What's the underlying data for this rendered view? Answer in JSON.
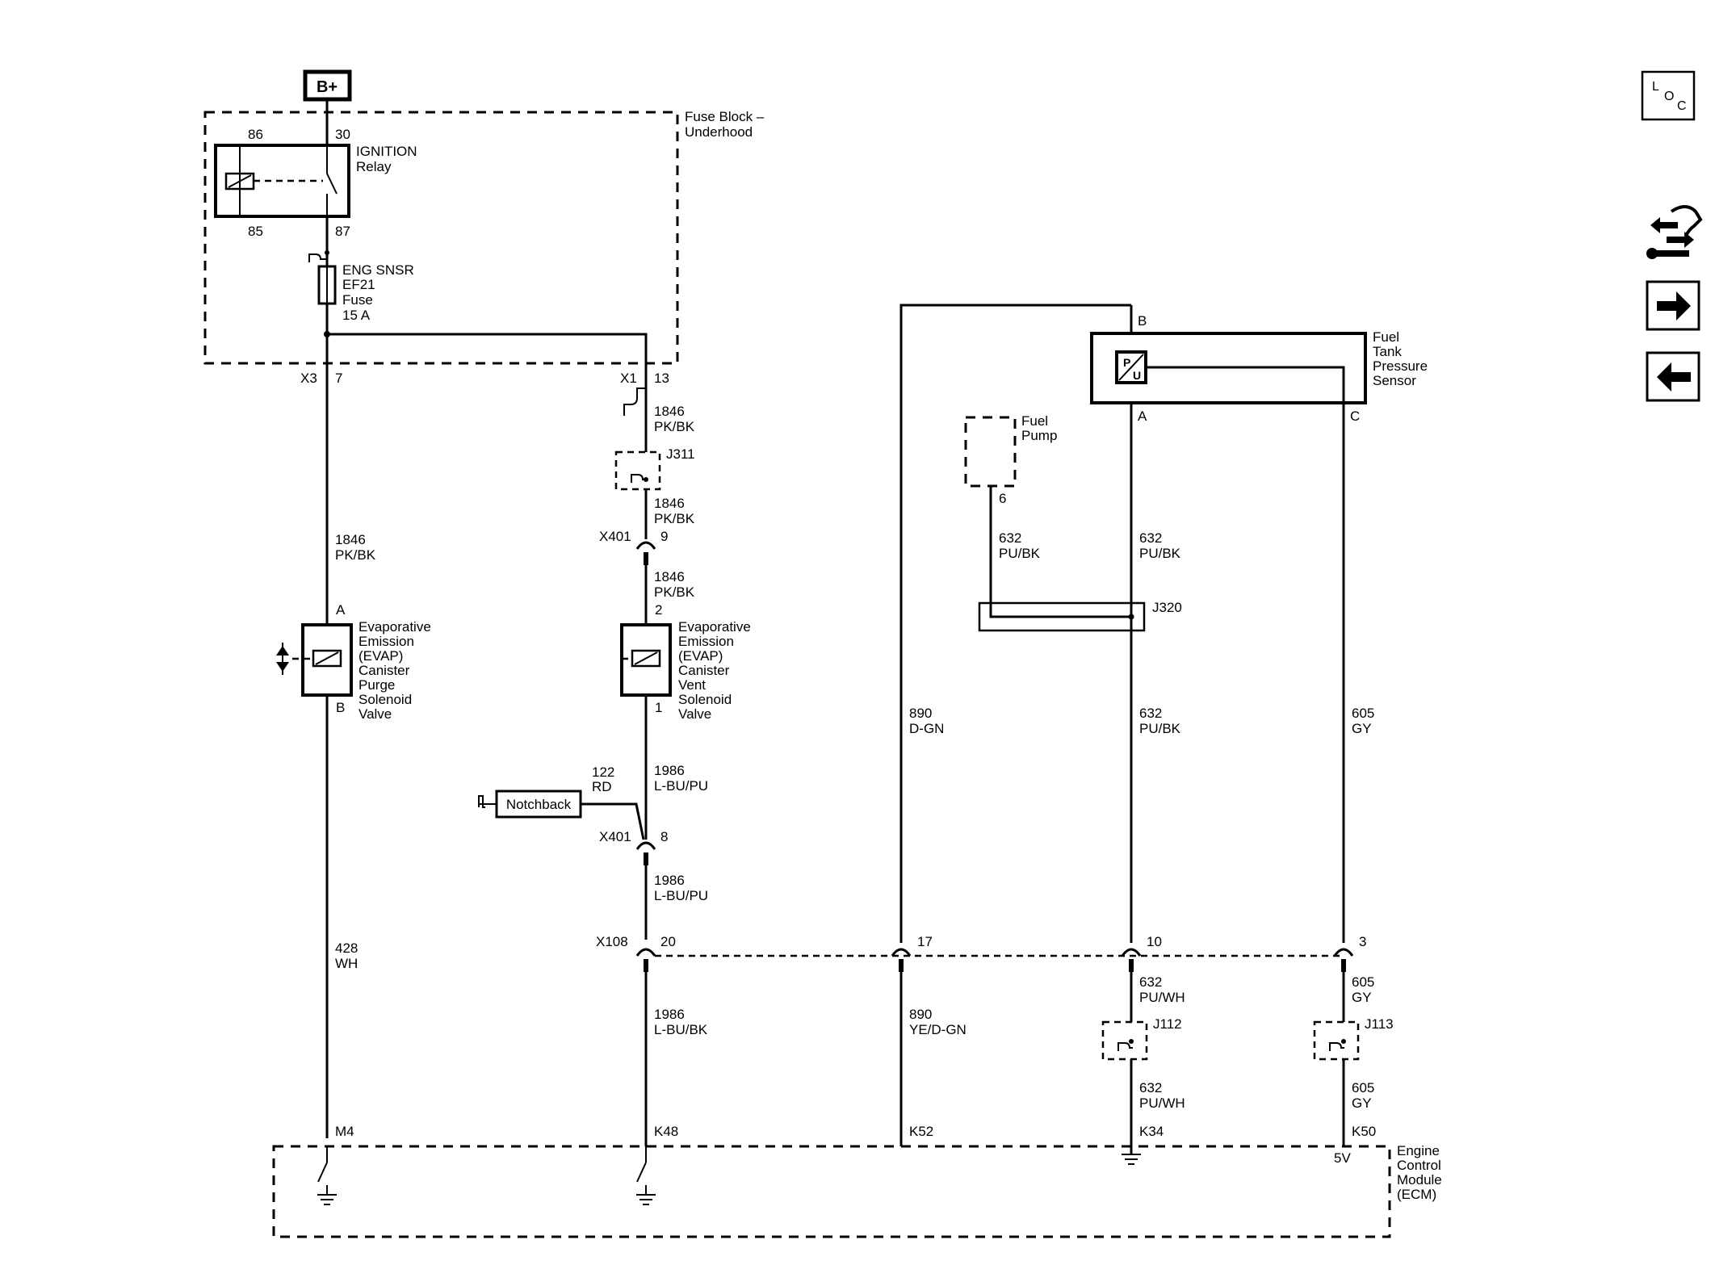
{
  "power": {
    "label": "B+"
  },
  "fuse_block": {
    "label_line1": "Fuse Block –",
    "label_line2": "Underhood",
    "relay": {
      "line1": "IGNITION",
      "line2": "Relay",
      "pin86": "86",
      "pin30": "30",
      "pin85": "85",
      "pin87": "87"
    },
    "fuse": {
      "line1": "ENG SNSR",
      "line2": "EF21",
      "line3": "Fuse",
      "line4": "15 A"
    },
    "conn_x3": "X3",
    "pin_x3": "7",
    "conn_x1": "X1",
    "pin_x1": "13"
  },
  "wires": {
    "w1846_a": {
      "num": "1846",
      "color": "PK/BK"
    },
    "w1846_b": {
      "num": "1846",
      "color": "PK/BK"
    },
    "w1846_c": {
      "num": "1846",
      "color": "PK/BK"
    },
    "w1846_d": {
      "num": "1846",
      "color": "PK/BK"
    },
    "w1986_a": {
      "num": "1986",
      "color": "L-BU/PU"
    },
    "w1986_b": {
      "num": "1986",
      "color": "L-BU/PU"
    },
    "w1986_c": {
      "num": "1986",
      "color": "L-BU/BK"
    },
    "w122": {
      "num": "122",
      "color": "RD"
    },
    "w428": {
      "num": "428",
      "color": "WH"
    },
    "w890_a": {
      "num": "890",
      "color": "D-GN"
    },
    "w890_b": {
      "num": "890",
      "color": "YE/D-GN"
    },
    "w632_a": {
      "num": "632",
      "color": "PU/BK"
    },
    "w632_b": {
      "num": "632",
      "color": "PU/BK"
    },
    "w632_c": {
      "num": "632",
      "color": "PU/BK"
    },
    "w632_d": {
      "num": "632",
      "color": "PU/WH"
    },
    "w632_e": {
      "num": "632",
      "color": "PU/WH"
    },
    "w605_a": {
      "num": "605",
      "color": "GY"
    },
    "w605_b": {
      "num": "605",
      "color": "GY"
    },
    "w605_c": {
      "num": "605",
      "color": "GY"
    }
  },
  "splices": {
    "j311": "J311",
    "j320": "J320",
    "j112": "J112",
    "j113": "J113"
  },
  "connectors": {
    "x401_top": {
      "name": "X401",
      "pin": "9"
    },
    "x401_bot": {
      "name": "X401",
      "pin": "8"
    },
    "x108": {
      "name": "X108",
      "pin20": "20",
      "pin17": "17",
      "pin10": "10",
      "pin3": "3"
    }
  },
  "purge_valve": {
    "pinA": "A",
    "pinB": "B",
    "lines": [
      "Evaporative",
      "Emission",
      "(EVAP)",
      "Canister",
      "Purge",
      "Solenoid",
      "Valve"
    ]
  },
  "vent_valve": {
    "pin2": "2",
    "pin1": "1",
    "lines": [
      "Evaporative",
      "Emission",
      "(EVAP)",
      "Canister",
      "Vent",
      "Solenoid",
      "Valve"
    ]
  },
  "notchback": {
    "label": "Notchback"
  },
  "fuel_pump": {
    "line1": "Fuel",
    "line2": "Pump",
    "pin": "6"
  },
  "sensor": {
    "lines": [
      "Fuel",
      "Tank",
      "Pressure",
      "Sensor"
    ],
    "pinB": "B",
    "pinA": "A",
    "pinC": "C",
    "glyph_p": "P",
    "glyph_u": "U"
  },
  "ecm": {
    "lines": [
      "Engine",
      "Control",
      "Module",
      "(ECM)"
    ],
    "pins": {
      "m4": "M4",
      "k48": "K48",
      "k52": "K52",
      "k34": "K34",
      "k50": "K50"
    },
    "v5": "5V"
  },
  "nav": {
    "loc_l": "L",
    "loc_o": "O",
    "loc_c": "C",
    "icons": [
      "tools-icon",
      "arrow-right-icon",
      "arrow-left-icon"
    ]
  }
}
